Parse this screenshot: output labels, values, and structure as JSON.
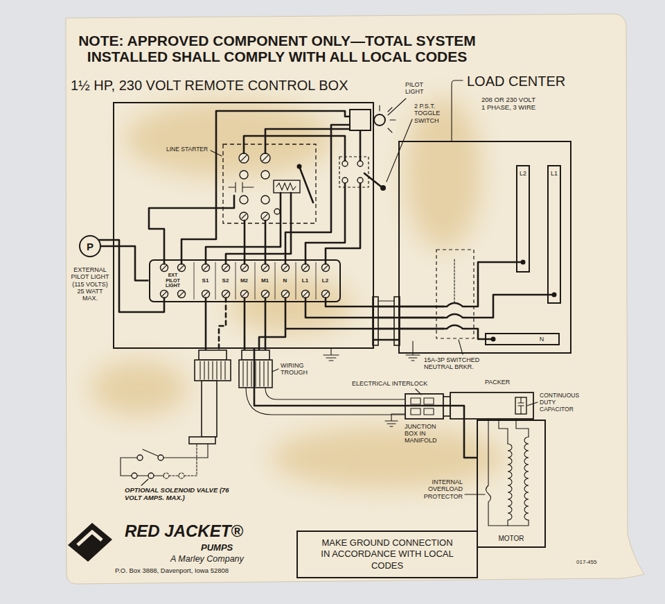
{
  "diagram": {
    "title": "NOTE: APPROVED COMPONENT ONLY—TOTAL SYSTEM INSTALLED SHALL COMPLY WITH ALL LOCAL CODES",
    "nodes": [
      {
        "text": [
          "1½ HP, 230 VOLT REMOTE CONTROL BOX"
        ]
      },
      {
        "text": [
          "EXT PILOT LIGHT",
          "S1",
          "S2",
          "M2",
          "M1",
          "N",
          "L1",
          "L2"
        ],
        "in": 0
      },
      {
        "text": [
          "P"
        ]
      },
      {
        "text": [
          "LOAD CENTER",
          "208 OR 230 VOLT 1 PHASE, 3 WIRE"
        ]
      },
      {
        "text": [
          "L2"
        ],
        "in": 3
      },
      {
        "text": [
          "L1"
        ],
        "in": 3
      },
      {
        "text": [
          "N"
        ],
        "in": 3
      },
      {
        "text": [
          "MOTOR"
        ]
      },
      {
        "text": [
          "MAKE GROUND CONNECTION IN ACCORDANCE WITH LOCAL CODES"
        ]
      }
    ],
    "edges": [
      {
        "from": 2,
        "to": 1,
        "arrow": "none"
      },
      {
        "from": 0,
        "to": 3,
        "arrow": "none"
      },
      {
        "from": 0,
        "to": 7,
        "arrow": "none"
      }
    ],
    "labels": [
      "PILOT LIGHT",
      "2 P.S.T. TOGGLE SWITCH",
      "LINE STARTER",
      "EXTERNAL PILOT LIGHT (115 VOLTS) 25 WATT MAX.",
      "15A-3P SWITCHED NEUTRAL BRKR.",
      "WIRING TROUGH",
      "ELECTRICAL INTERLOCK",
      "JUNCTION BOX IN MANIFOLD",
      "PACKER",
      "CONTINUOUS DUTY CAPACITOR",
      "INTERNAL OVERLOAD PROTECTOR",
      "OPTIONAL SOLENOID VALVE (76 VOLT AMPS. MAX.)",
      "RED JACKET®",
      "PUMPS",
      "A Marley Company",
      "P.O. Box 3888, Davenport, Iowa 52808",
      "017-455"
    ]
  }
}
